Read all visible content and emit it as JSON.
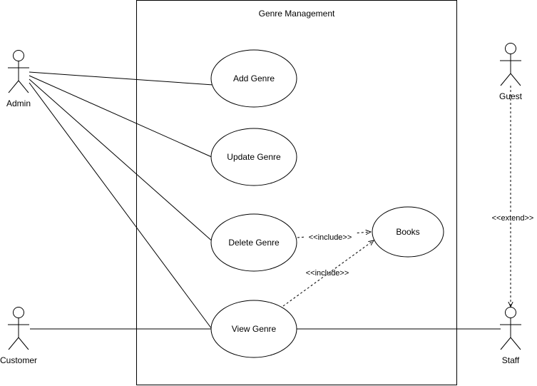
{
  "system": {
    "title": "Genre Management"
  },
  "actors": {
    "admin": "Admin",
    "customer": "Customer",
    "guest": "Guest",
    "staff": "Staff"
  },
  "use_cases": {
    "add_genre": "Add Genre",
    "update_genre": "Update Genre",
    "delete_genre": "Delete Genre",
    "view_genre": "View Genre",
    "books": "Books"
  },
  "relations": {
    "include_1": "<<include>>",
    "include_2": "<<include>>",
    "extend": "<<extend>>"
  },
  "colors": {
    "stroke": "#000000",
    "background": "#ffffff"
  }
}
